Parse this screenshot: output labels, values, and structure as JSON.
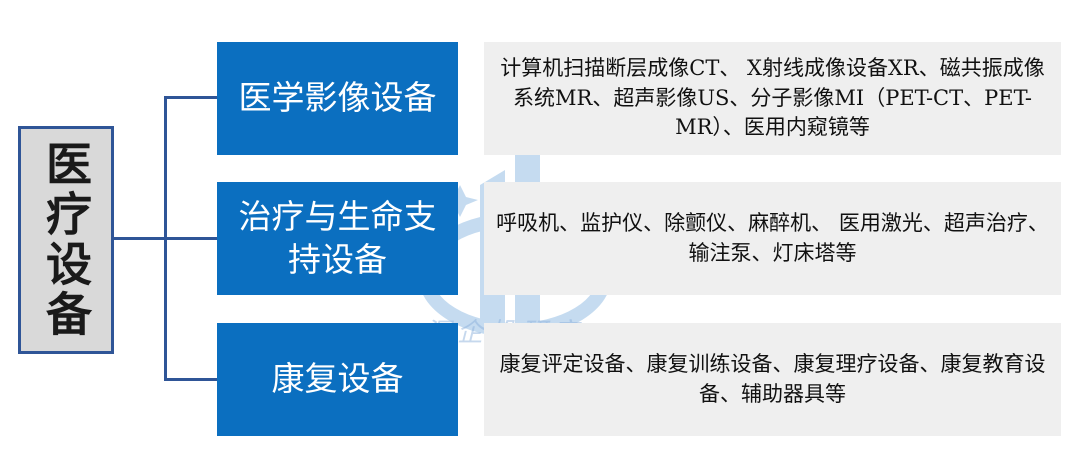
{
  "root": {
    "label": "医疗设备"
  },
  "categories": [
    {
      "label": "医学影像设备",
      "details": "计算机扫描断层成像CT、 X射线成像设备XR、磁共振成像系统MR、超声影像US、分子影像MI（PET-CT、PET-MR）、医用内窥镜等"
    },
    {
      "label": "治疗与生命支持设备",
      "details": "呼吸机、监护仪、除颤仪、麻醉机、 医用激光、超声治疗、输注泵、灯床塔等"
    },
    {
      "label": "康复设备",
      "details": "康复评定设备、康复训练设备、康复理疗设备、康复教育设备、辅助器具等"
    }
  ],
  "watermark": {
    "text": "深企投研究"
  },
  "colors": {
    "category_fill": "#0b6fc0",
    "connector": "#2f5597",
    "root_fill": "#d9d9d9",
    "detail_fill": "#efefef"
  }
}
